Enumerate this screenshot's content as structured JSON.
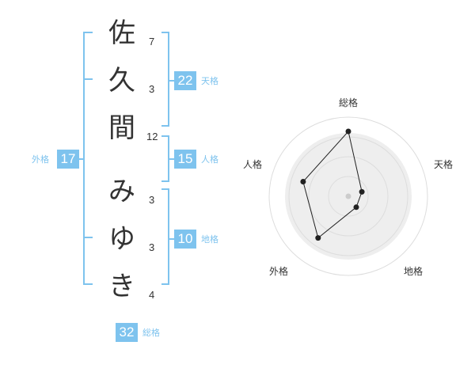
{
  "colors": {
    "accent": "#7ec3ee",
    "text": "#333333",
    "ring": "#dddddd",
    "fill": "#eeeeee",
    "line": "#222222"
  },
  "name": {
    "characters": [
      {
        "char": "佐",
        "strokes": "7"
      },
      {
        "char": "久",
        "strokes": "3"
      },
      {
        "char": "間",
        "strokes": "12"
      },
      {
        "char": "み",
        "strokes": "3"
      },
      {
        "char": "ゆ",
        "strokes": "3"
      },
      {
        "char": "き",
        "strokes": "4"
      }
    ]
  },
  "fortune": {
    "tenkaku": {
      "value": "22",
      "label": "天格"
    },
    "jinkaku": {
      "value": "15",
      "label": "人格"
    },
    "chikaku": {
      "value": "10",
      "label": "地格"
    },
    "gaikaku": {
      "value": "17",
      "label": "外格"
    },
    "soukaku": {
      "value": "32",
      "label": "総格"
    }
  },
  "radar": {
    "axes": [
      "総格",
      "天格",
      "地格",
      "外格",
      "人格"
    ],
    "values": [
      0.82,
      0.18,
      0.17,
      0.65,
      0.6
    ],
    "max": 1,
    "rings": 4
  }
}
